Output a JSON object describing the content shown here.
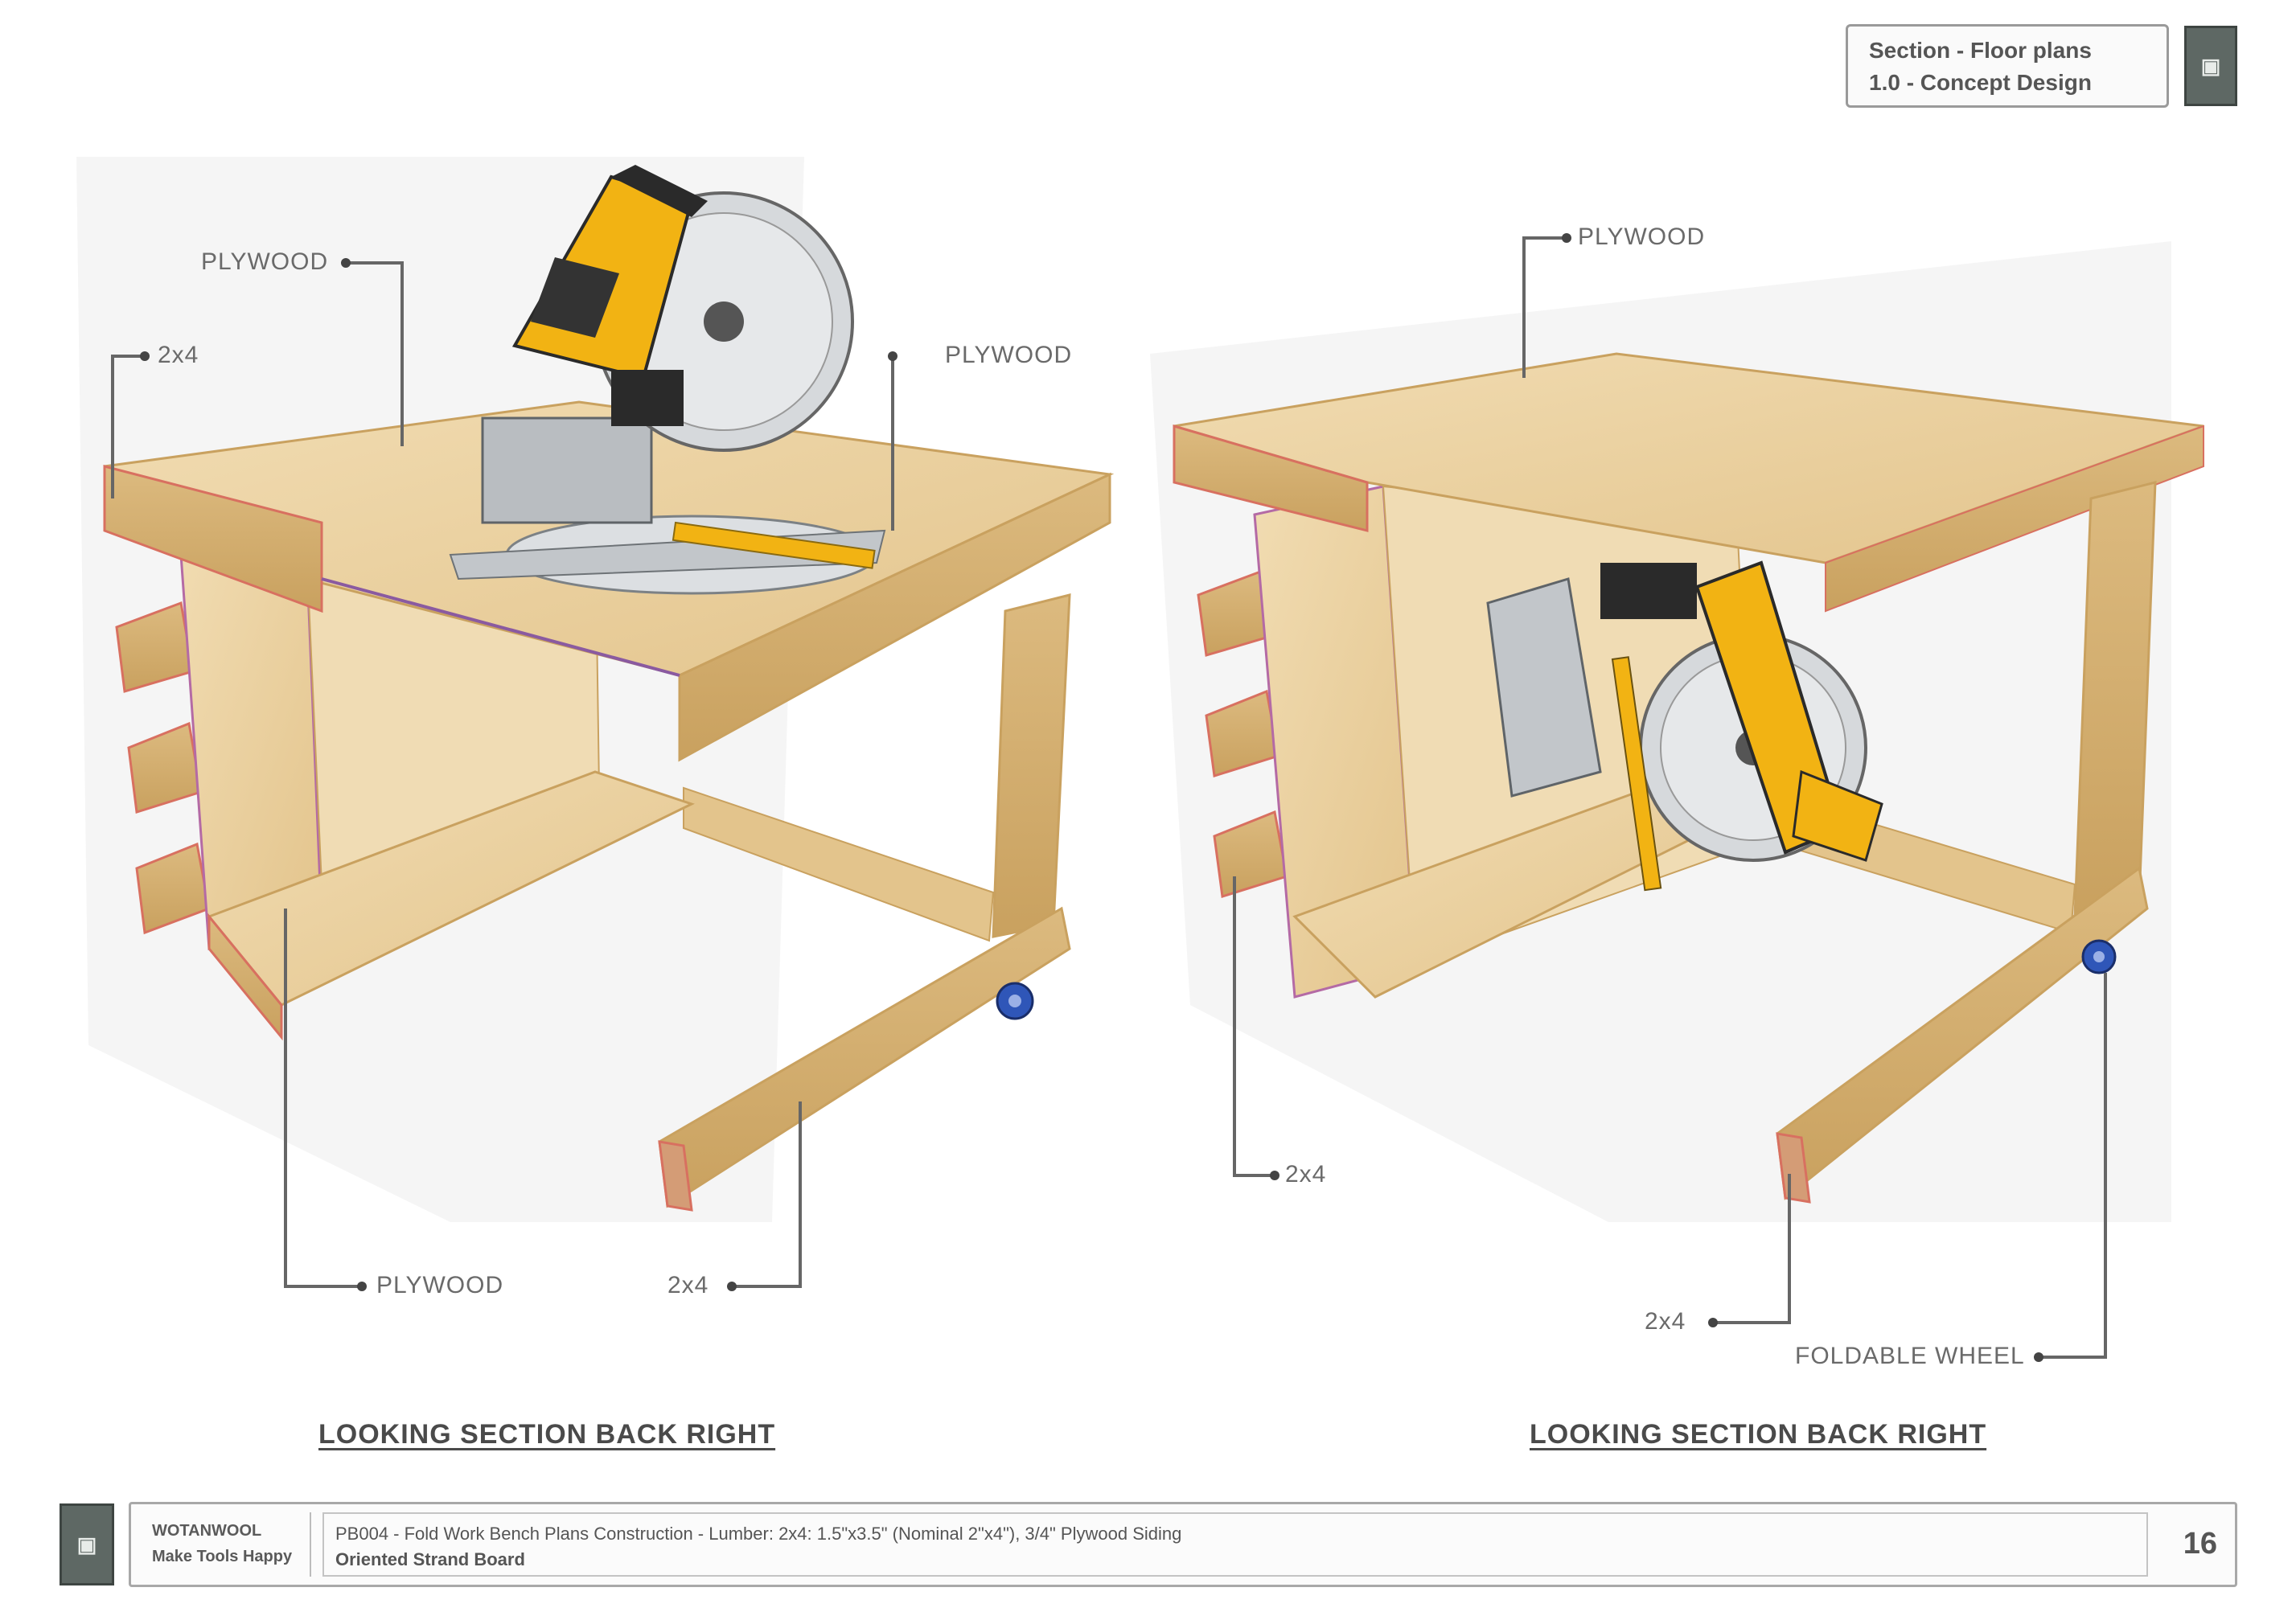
{
  "title_block": {
    "line1": "Section - Floor plans",
    "line2": "1.0 - Concept Design"
  },
  "views": [
    {
      "title": "LOOKING SECTION BACK RIGHT",
      "callouts": [
        "PLYWOOD",
        "2x4",
        "PLYWOOD",
        "PLYWOOD",
        "2x4"
      ]
    },
    {
      "title": "LOOKING SECTION BACK RIGHT",
      "callouts": [
        "PLYWOOD",
        "2x4",
        "2x4",
        "FOLDABLE WHEEL"
      ]
    }
  ],
  "footer": {
    "brand_line1": "WOTANWOOL",
    "brand_line2": "Make Tools Happy",
    "description_line1": "PB004 - Fold Work Bench Plans Construction - Lumber: 2x4: 1.5\"x3.5\" (Nominal 2\"x4\"), 3/4\" Plywood Siding",
    "description_line2": "Oriented Strand Board",
    "page_number": "16"
  },
  "colors": {
    "wood_light": "#ecd5a8",
    "wood_mid": "#dcba7f",
    "wood_dark": "#c9a15f",
    "edge_red": "#d87060",
    "saw_yellow": "#f2b313",
    "saw_gray": "#c8ccd0",
    "leader_line": "#666666"
  },
  "icons": [
    "wood-workbench",
    "miter-saw",
    "caster-wheel",
    "logo-badge"
  ]
}
